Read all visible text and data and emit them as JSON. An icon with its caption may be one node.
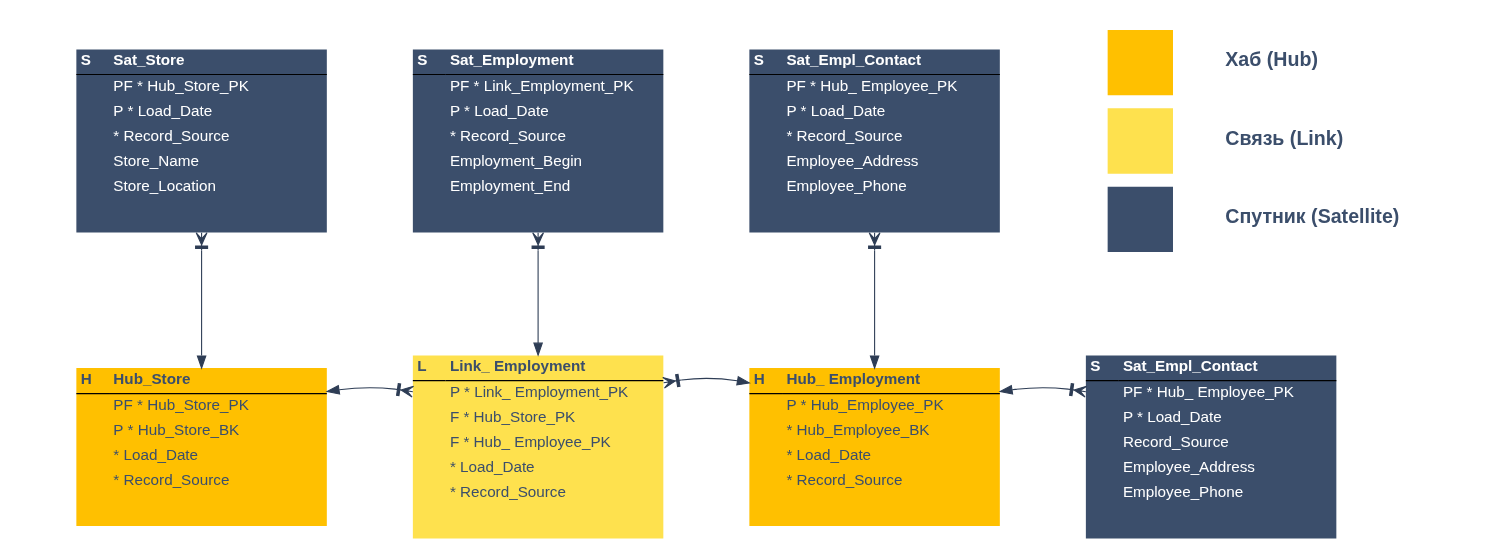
{
  "diagram": {
    "nodes": [
      {
        "text": [
          "S",
          "Sat_Store",
          "PF * Hub_Store_PK",
          "P * Load_Date",
          "* Record_Source",
          "Store_Name",
          "Store_Location"
        ]
      },
      {
        "text": [
          "S",
          "Sat_Employment",
          "PF * Link_Employment_PK",
          "P * Load_Date",
          "* Record_Source",
          "Employment_Begin",
          "Employment_End"
        ]
      },
      {
        "text": [
          "S",
          "Sat_Empl_Contact",
          "PF * Hub_ Employee_PK",
          "P * Load_Date",
          "* Record_Source",
          "Employee_Address",
          "Employee_Phone"
        ]
      },
      {
        "text": [
          "H",
          "Hub_Store",
          "PF * Hub_Store_PK",
          "P * Hub_Store_BK",
          "* Load_Date",
          "* Record_Source"
        ]
      },
      {
        "text": [
          "L",
          "Link_ Employment",
          "P * Link_ Employment_PK",
          "F * Hub_Store_PK",
          "F * Hub_ Employee_PK",
          "* Load_Date",
          "* Record_Source"
        ]
      },
      {
        "text": [
          "H",
          "Hub_ Employment",
          "P * Hub_Employee_PK",
          "* Hub_Employee_BK",
          "* Load_Date",
          "* Record_Source"
        ]
      },
      {
        "text": [
          "S",
          "Sat_Empl_Contact",
          "PF * Hub_ Employee_PK",
          "P * Load_Date",
          "Record_Source",
          "Employee_Address",
          "Employee_Phone"
        ]
      }
    ],
    "edges": [
      {
        "from": 0,
        "to": 3,
        "arrow": "to"
      },
      {
        "from": 1,
        "to": 4,
        "arrow": "to"
      },
      {
        "from": 2,
        "to": 5,
        "arrow": "to"
      },
      {
        "from": 4,
        "to": 3,
        "arrow": "to"
      },
      {
        "from": 4,
        "to": 5,
        "arrow": "to"
      },
      {
        "from": 6,
        "to": 5,
        "arrow": "to"
      }
    ],
    "legend": [
      {
        "text": "Хаб (Hub)",
        "color": "#ffc000"
      },
      {
        "text": "Связь (Link)",
        "color": "#fee14e"
      },
      {
        "text": "Спутник (Satellite)",
        "color": "#3b4e6b"
      }
    ]
  }
}
